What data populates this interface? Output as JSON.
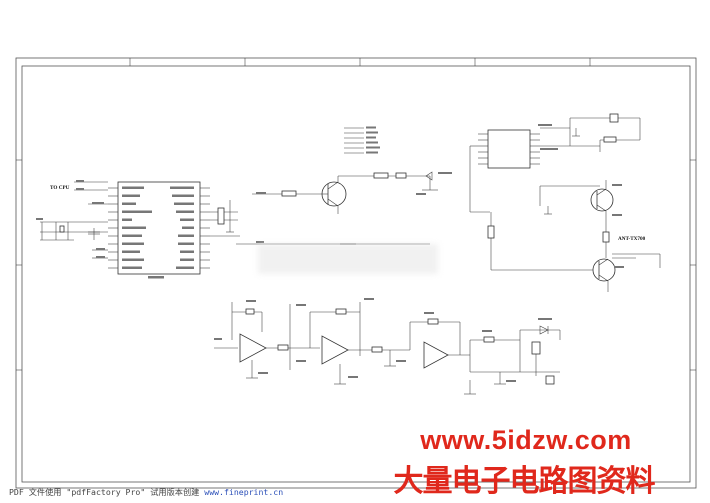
{
  "labels": {
    "to_cpu": "TO CPU",
    "ant_label": "ANT-TX700"
  },
  "footer": {
    "text": "PDF 文件使用 \"pdfFactory Pro\" 试用版本创建",
    "link": "www.fineprint.cn"
  },
  "watermark": {
    "url": "www.5idzw.com",
    "title": "大量电子电路图资料"
  },
  "colors": {
    "watermark": "#e0281c",
    "link": "#2b4fb8"
  }
}
